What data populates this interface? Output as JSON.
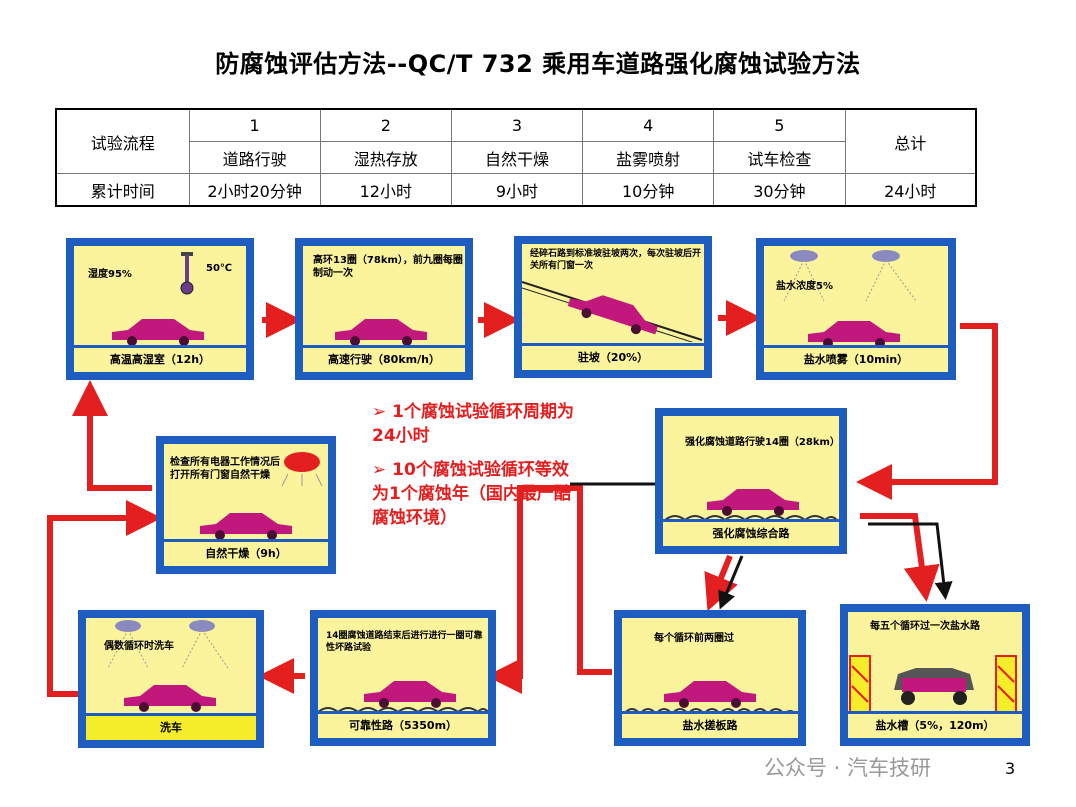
{
  "title": "防腐蚀评估方法--QC/T 732 乘用车道路强化腐蚀试验方法",
  "table": {
    "row_header_1": "试验流程",
    "row_header_2": "累计时间",
    "total_label": "总计",
    "total_time": "24小时",
    "steps": [
      {
        "num": "1",
        "name": "道路行驶",
        "time": "2小时20分钟"
      },
      {
        "num": "2",
        "name": "湿热存放",
        "time": "12小时"
      },
      {
        "num": "3",
        "name": "自然干燥",
        "time": "9小时"
      },
      {
        "num": "4",
        "name": "盐雾喷射",
        "time": "10分钟"
      },
      {
        "num": "5",
        "name": "试车检查",
        "time": "30分钟"
      }
    ]
  },
  "stages": {
    "chamber": {
      "humidity": "湿度95%",
      "temp": "50℃",
      "caption": "高温高湿室（12h）"
    },
    "highway": {
      "text": "高环13圈（78km），前九圈每圈制动一次",
      "caption": "高速行驶（80km/h）"
    },
    "slope": {
      "text": "经碎石路到标准坡驻坡两次，每次驻坡后开关所有门窗一次",
      "caption": "驻坡（20%）"
    },
    "saltspray": {
      "text": "盐水浓度5%",
      "caption": "盐水喷雾（10min）"
    },
    "corrosion_road": {
      "text": "强化腐蚀道路行驶14圈（28km）",
      "caption": "强化腐蚀综合路"
    },
    "washboard": {
      "text": "每个循环前两圈过",
      "caption": "盐水搓板路"
    },
    "salt_trough": {
      "text": "每五个循环过一次盐水路",
      "caption": "盐水槽（5%，120m）"
    },
    "reliability": {
      "text": "14圈腐蚀道路结束后进行进行一圈可靠性坏路试验",
      "caption": "可靠性路（5350m）"
    },
    "wash": {
      "text": "偶数循环时洗车",
      "caption": "洗车"
    },
    "dry": {
      "text": "检查所有电器工作情况后打开所有门窗自然干燥",
      "caption": "自然干燥（9h）"
    }
  },
  "notes": [
    "➢  1个腐蚀试验循环周期为24小时",
    "➢  10个腐蚀试验循环等效为1个腐蚀年（国内最严酷腐蚀环境）"
  ],
  "watermark": "公众号 · 汽车技研",
  "page_number": "3",
  "colors": {
    "frame": "#1c5dbf",
    "panel": "#fbf49c",
    "car": "#c2187e",
    "arrow": "#e41f1f"
  }
}
